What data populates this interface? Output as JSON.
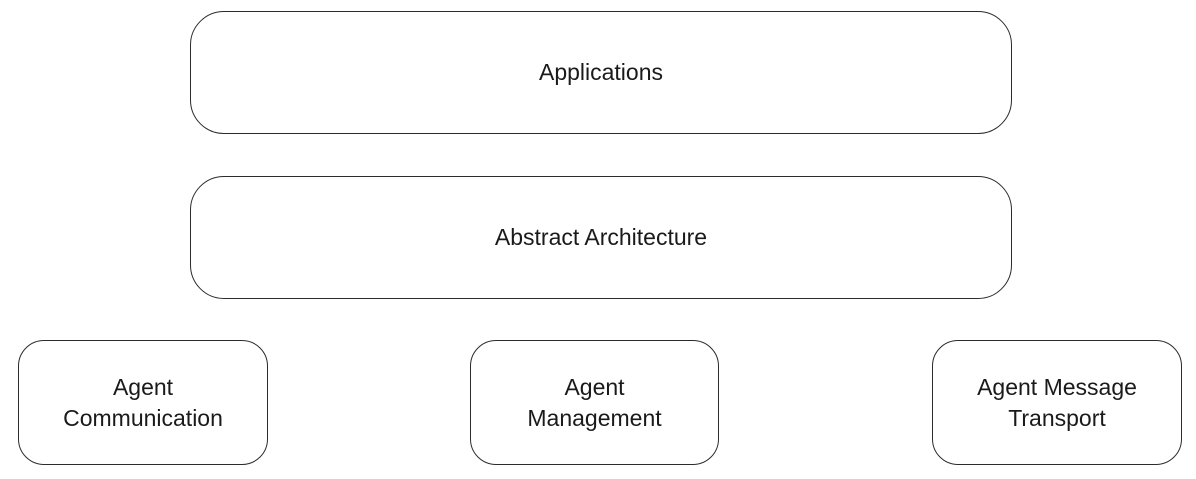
{
  "diagram": {
    "layers": {
      "applications": "Applications",
      "abstract_architecture": "Abstract Architecture"
    },
    "components": [
      {
        "line1": "Agent",
        "line2": "Communication"
      },
      {
        "line1": "Agent",
        "line2": "Management"
      },
      {
        "line1": "Agent Message",
        "line2": "Transport"
      }
    ]
  }
}
